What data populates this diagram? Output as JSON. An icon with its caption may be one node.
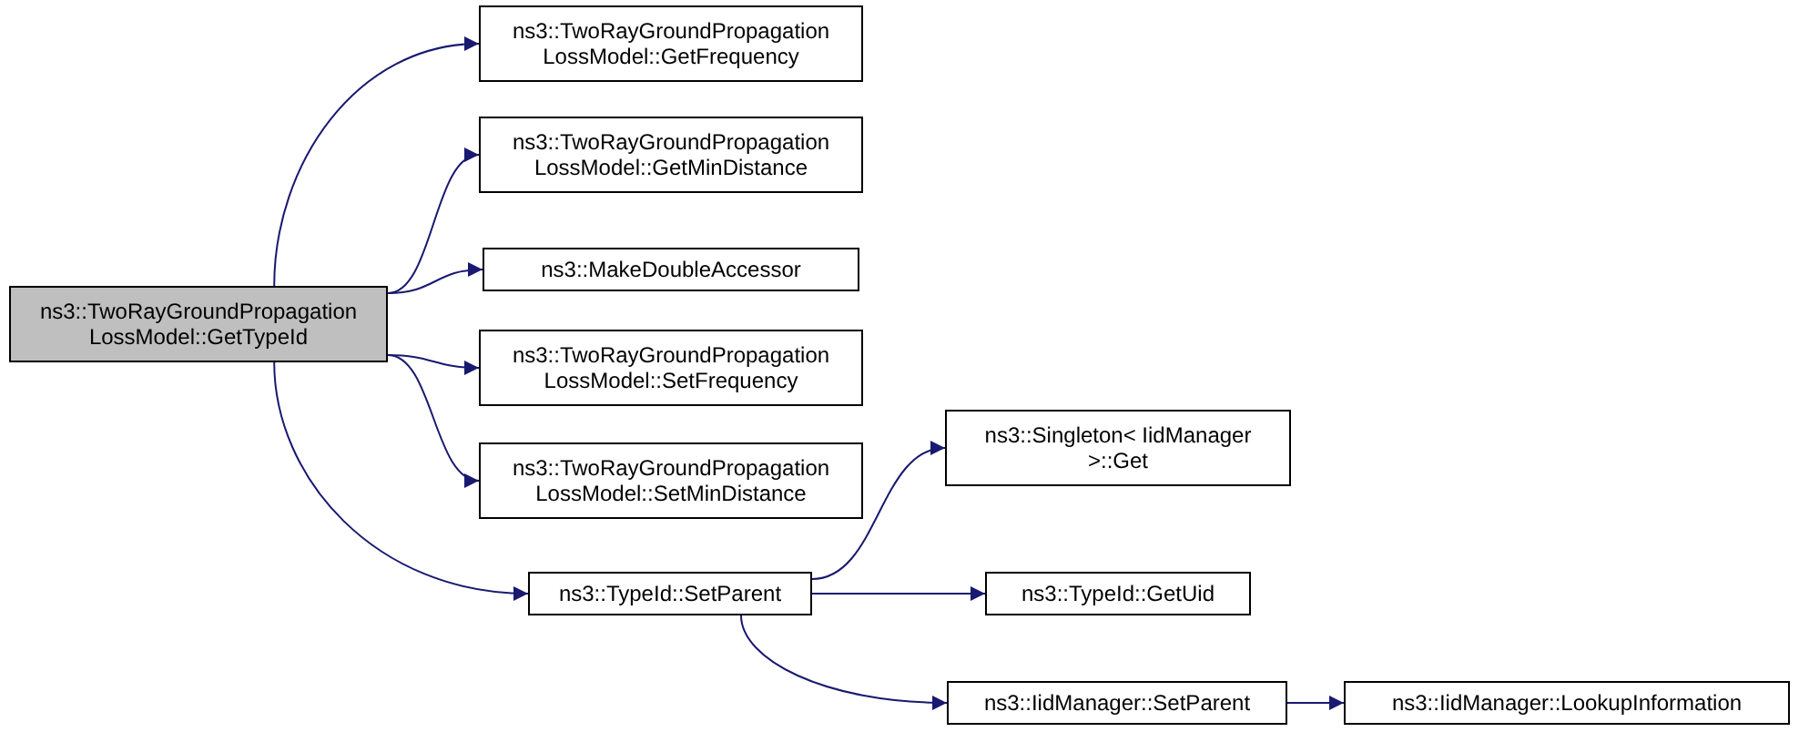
{
  "diagram": {
    "nodes": [
      {
        "text": [
          "ns3::TwoRayGroundPropagation LossModel::GetTypeId"
        ]
      },
      {
        "text": [
          "ns3::TwoRayGroundPropagation LossModel::GetFrequency"
        ]
      },
      {
        "text": [
          "ns3::TwoRayGroundPropagation LossModel::GetMinDistance"
        ]
      },
      {
        "text": [
          "ns3::MakeDoubleAccessor"
        ]
      },
      {
        "text": [
          "ns3::TwoRayGroundPropagation LossModel::SetFrequency"
        ]
      },
      {
        "text": [
          "ns3::TwoRayGroundPropagation LossModel::SetMinDistance"
        ]
      },
      {
        "text": [
          "ns3::TypeId::SetParent"
        ]
      },
      {
        "text": [
          "ns3::Singleton< IidManager >::Get"
        ]
      },
      {
        "text": [
          "ns3::TypeId::GetUid"
        ]
      },
      {
        "text": [
          "ns3::IidManager::SetParent"
        ]
      },
      {
        "text": [
          "ns3::IidManager::LookupInformation"
        ]
      }
    ],
    "edges": [
      {
        "from": 0,
        "to": 1,
        "arrow": "to"
      },
      {
        "from": 0,
        "to": 2,
        "arrow": "to"
      },
      {
        "from": 0,
        "to": 3,
        "arrow": "to"
      },
      {
        "from": 0,
        "to": 4,
        "arrow": "to"
      },
      {
        "from": 0,
        "to": 5,
        "arrow": "to"
      },
      {
        "from": 0,
        "to": 6,
        "arrow": "to"
      },
      {
        "from": 6,
        "to": 7,
        "arrow": "to"
      },
      {
        "from": 6,
        "to": 8,
        "arrow": "to"
      },
      {
        "from": 6,
        "to": 9,
        "arrow": "to"
      },
      {
        "from": 9,
        "to": 10,
        "arrow": "to"
      }
    ]
  }
}
